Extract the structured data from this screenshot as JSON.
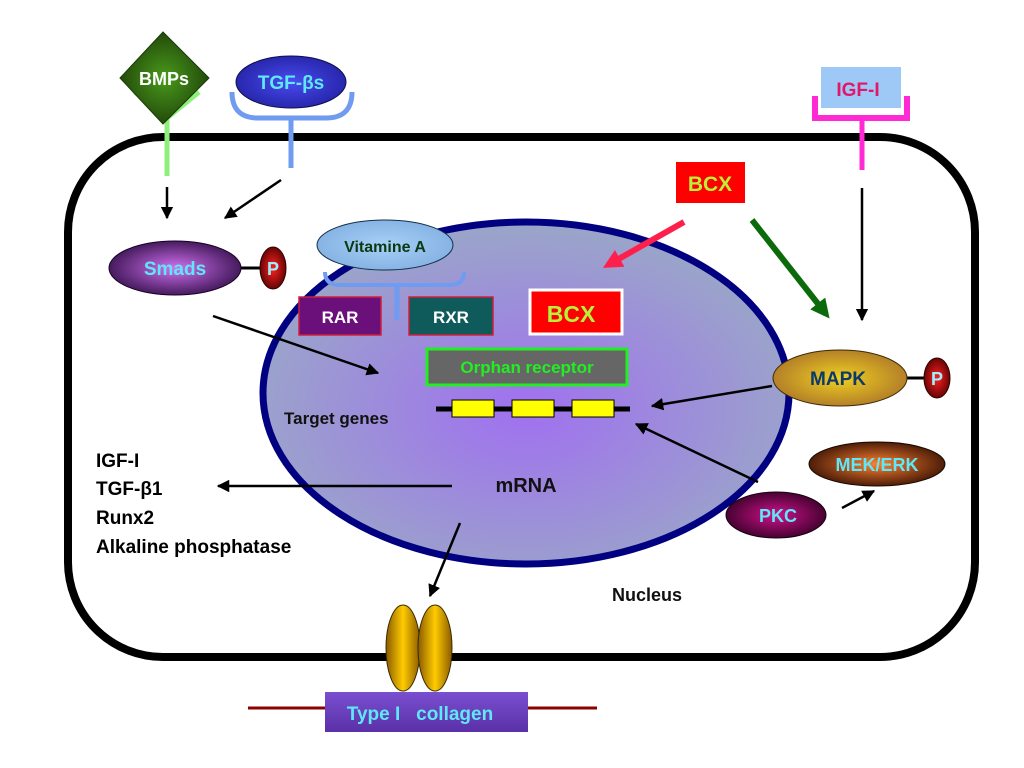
{
  "diagram": {
    "title": "BCX signaling in osteoblast cell",
    "colors": {
      "membrane": "#000000",
      "nucleus_border": "#000080",
      "bmps_fill": "#2e6b12",
      "bmps_receptor": "#8ef07a",
      "tgf_fill": "#3a3ad8",
      "tgf_receptor": "#6f9bf0",
      "igf_fill": "#9ec8f5",
      "igf_receptor": "#ff2ad4",
      "igf_text": "#e0186c",
      "cyan_text": "#5fe8f8",
      "bcx_box": "#ff0000",
      "bcx_text": "#b8f03a",
      "red_arrow": "#ff1f4b",
      "green_arrow": "#0b6b0b",
      "rar_fill": "#6b0f7a",
      "rxr_fill": "#0f5a5a",
      "orphan_fill": "#666666",
      "orphan_border": "#22ee22",
      "gene_box": "#ffff00",
      "mapk_text": "#0b3a6b",
      "collagen_fill": "#6a3fc0",
      "collagen_line": "#8b0000"
    },
    "ligands": {
      "bmps": "BMPs",
      "tgf": "TGF-βs",
      "igf": "IGF-I"
    },
    "cytoplasm": {
      "smads": "Smads",
      "phospho": "P",
      "mapk": "MAPK",
      "mek_erk": "MEK/ERK",
      "pkc": "PKC",
      "bcx_outer": "BCX"
    },
    "nucleus": {
      "label": "Nucleus",
      "vitamine_a": "Vitamine A",
      "rar": "RAR",
      "rxr": "RXR",
      "bcx_inner": "BCX",
      "orphan_receptor": "Orphan receptor",
      "target_genes": "Target genes",
      "mrna": "mRNA"
    },
    "products": [
      "IGF-I",
      "TGF-β1",
      "Runx2",
      "Alkaline phosphatase"
    ],
    "collagen": "Type I   collagen"
  }
}
